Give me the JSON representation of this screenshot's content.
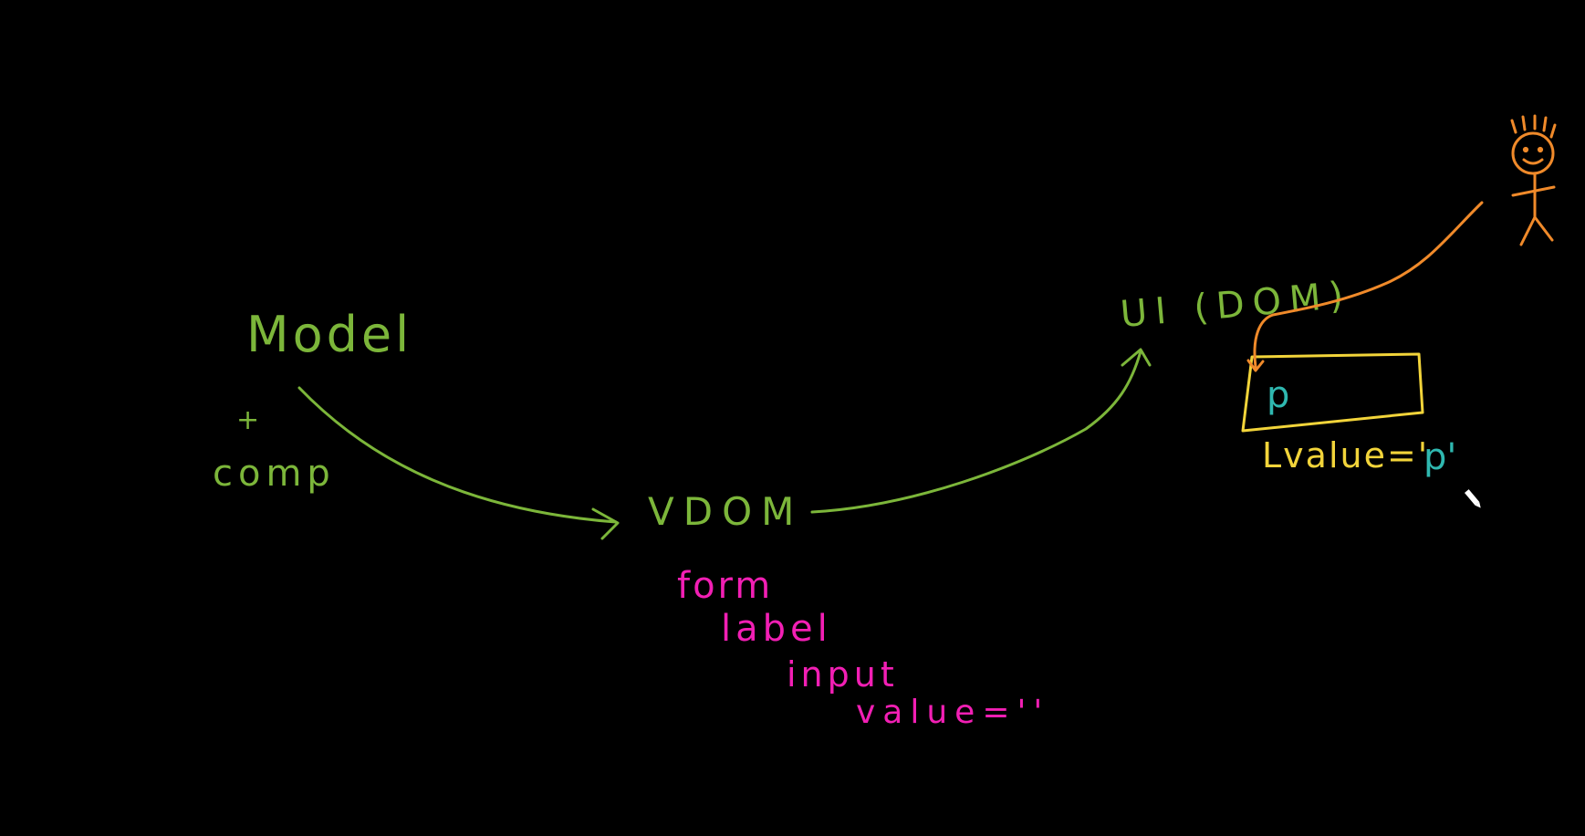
{
  "colors": {
    "background": "#000000",
    "green": "#7cb63a",
    "magenta": "#f21fb4",
    "orange": "#f08a2a",
    "yellow": "#f2d43a",
    "teal": "#2fb8b0",
    "white": "#ffffff"
  },
  "labels": {
    "model": "Model",
    "plus": "+",
    "comp": "comp",
    "vdom": "VDOM",
    "ui_dom": "UI (DOM)",
    "form": "form",
    "label": "label",
    "input": "input",
    "value_empty": "value=''",
    "box_text": "p",
    "value_prefix": "Lvalue='",
    "value_p": "p'"
  },
  "icons": {
    "cursor": "pen-cursor-icon",
    "person": "stick-figure-icon"
  }
}
